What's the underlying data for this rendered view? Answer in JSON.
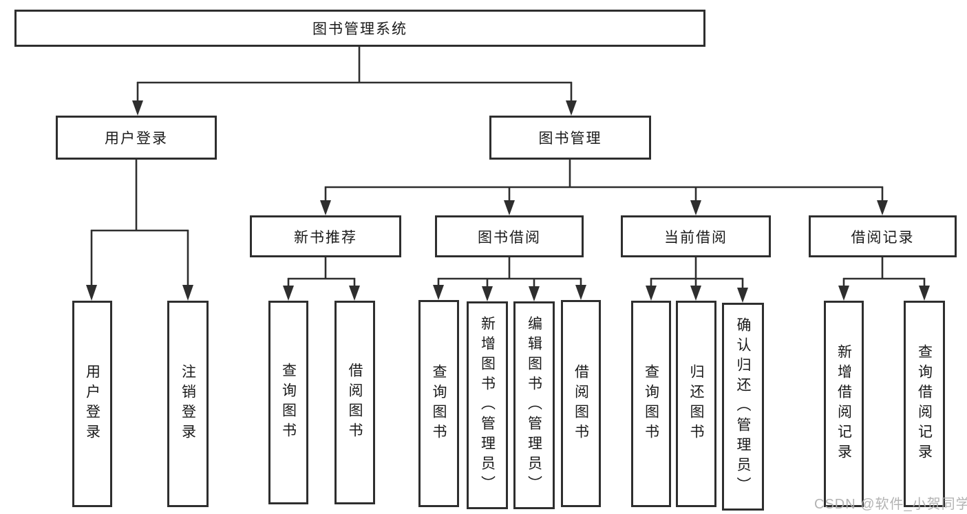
{
  "diagram": {
    "root": {
      "label": "图书管理系统"
    },
    "level2": [
      {
        "id": "user-login",
        "label": "用户登录"
      },
      {
        "id": "book-management",
        "label": "图书管理"
      }
    ],
    "level3": [
      {
        "id": "new-book-recommend",
        "label": "新书推荐"
      },
      {
        "id": "book-borrow",
        "label": "图书借阅"
      },
      {
        "id": "current-borrow",
        "label": "当前借阅"
      },
      {
        "id": "borrow-records",
        "label": "借阅记录"
      }
    ],
    "leaves": [
      {
        "label": "用户登录"
      },
      {
        "label": "注销登录"
      },
      {
        "label": "查询图书"
      },
      {
        "label": "借阅图书"
      },
      {
        "label": "查询图书"
      },
      {
        "label": "新增图书（管理员）"
      },
      {
        "label": "编辑图书（管理员）"
      },
      {
        "label": "借阅图书"
      },
      {
        "label": "查询图书"
      },
      {
        "label": "归还图书"
      },
      {
        "label": "确认归还（管理员）"
      },
      {
        "label": "新增借阅记录"
      },
      {
        "label": "查询借阅记录"
      }
    ]
  },
  "watermark": {
    "text": "CSDN @软件_小贺同学"
  },
  "colors": {
    "line": "#2e2e2e",
    "text": "#1a1a1a",
    "watermark": "#afafaf",
    "background": "#ffffff"
  }
}
